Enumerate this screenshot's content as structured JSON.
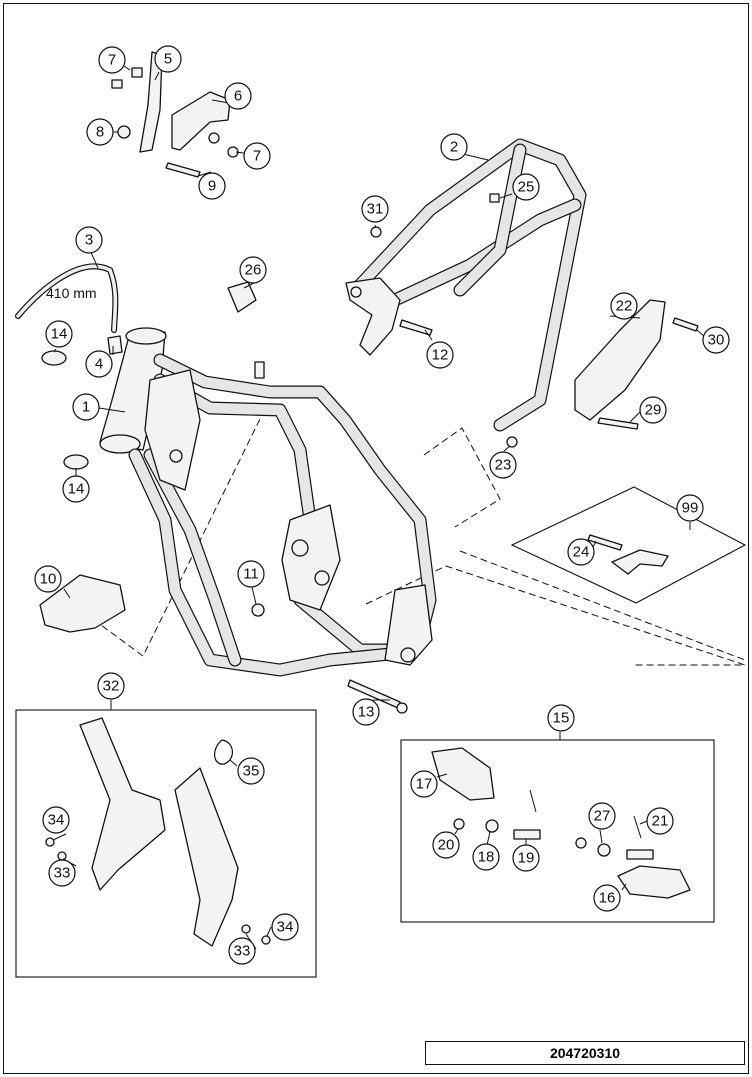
{
  "callouts": {
    "c1": "1",
    "c2": "2",
    "c3": "3",
    "c4": "4",
    "c5": "5",
    "c6": "6",
    "c7a": "7",
    "c7b": "7",
    "c8": "8",
    "c9": "9",
    "c10": "10",
    "c11": "11",
    "c12": "12",
    "c13": "13",
    "c14a": "14",
    "c14b": "14",
    "c15": "15",
    "c16": "16",
    "c17": "17",
    "c18": "18",
    "c19": "19",
    "c20": "20",
    "c21": "21",
    "c22": "22",
    "c23": "23",
    "c24": "24",
    "c25": "25",
    "c26": "26",
    "c27": "27",
    "c29": "29",
    "c30": "30",
    "c31": "31",
    "c32": "32",
    "c33a": "33",
    "c33b": "33",
    "c34a": "34",
    "c34b": "34",
    "c35": "35",
    "c99": "99"
  },
  "hose_length": "410 mm",
  "drawing_number": "204720310"
}
